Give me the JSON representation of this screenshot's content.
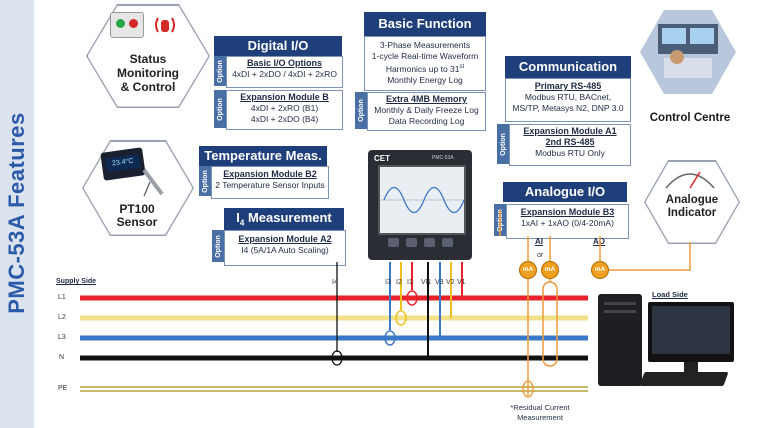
{
  "sidebar": {
    "title": "PMC-53A Features"
  },
  "status": {
    "line1": "Status",
    "line2": "Monitoring",
    "line3": "& Control"
  },
  "digital_io": {
    "title": "Digital I/O",
    "basic_label": "Basic I/O Options",
    "basic_line": "4xDI + 2xDO / 4xDI + 2xRO",
    "exp_label": "Expansion Module B",
    "exp_line1": "4xDI + 2xRO (B1)",
    "exp_line2": "4xDI + 2xDO (B4)",
    "option": "Option"
  },
  "basic_function": {
    "title": "Basic Function",
    "line1": "3-Phase Measurements",
    "line2": "1-cycle Real-time Waveform",
    "line3": "Harmonics up to 31",
    "line3_sup": "st",
    "line4": "Monthly Energy Log",
    "ext_label": "Extra 4MB Memory",
    "ext_line1": "Monthly & Daily Freeze Log",
    "ext_line2": "Data Recording Log",
    "option": "Option"
  },
  "communication": {
    "title": "Communication",
    "primary_label": "Primary RS-485",
    "primary_line1": "Modbus RTU, BACnet,",
    "primary_line2": "MS/TP, Metasys N2, DNP 3.0",
    "exp_label1": "Expansion Module A1",
    "exp_label2": "2nd RS-485",
    "exp_line": "Modbus RTU Only",
    "option": "Option"
  },
  "control_centre": {
    "label": "Control Centre"
  },
  "pt100": {
    "line1": "PT100",
    "line2": "Sensor",
    "display": "23.4°C"
  },
  "temperature": {
    "title": "Temperature Meas.",
    "exp_label": "Expansion Module B2",
    "exp_line": "2 Temperature Sensor Inputs",
    "option": "Option"
  },
  "i4": {
    "title": "I",
    "title_sub": "4",
    "title_rest": " Measurement",
    "exp_label": "Expansion Module A2",
    "exp_line": "I4 (5A/1A Auto Scaling)",
    "option": "Option"
  },
  "meter": {
    "brand": "CET",
    "model": "PMC-53A"
  },
  "analogue_io": {
    "title": "Analogue I/O",
    "exp_label": "Expansion Module B3",
    "exp_line": "1xAI + 1xAO (0/4-20mA)",
    "ai": "AI",
    "ao": "AO",
    "or": "or",
    "option": "Option"
  },
  "analogue_indicator": {
    "line1": "Analogue",
    "line2": "Indicator"
  },
  "terminals": [
    "I4",
    "I3",
    "I2",
    "I1",
    "VN",
    "V3",
    "V2",
    "V1"
  ],
  "lines": {
    "supply_side": "Supply Side",
    "load_side": "Load Side",
    "L1": "L1",
    "L2": "L2",
    "L3": "L3",
    "N": "N",
    "PE": "PE"
  },
  "ma_label": "mA",
  "residual": {
    "line1": "*Residual Current",
    "line2": "Measurement"
  },
  "colors": {
    "navy": "#1f3f7a",
    "red": "#e8222a",
    "yellow": "#f2e08a",
    "blue": "#3a78c8",
    "black": "#111111",
    "orange": "#ef9a3a"
  }
}
